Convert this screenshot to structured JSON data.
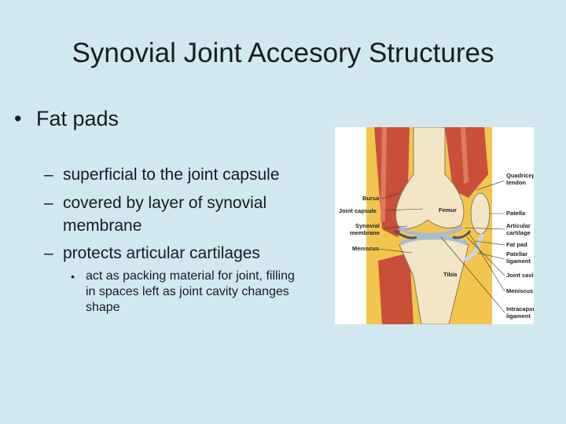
{
  "slide": {
    "title": "Synovial Joint Accesory Structures",
    "bullet": "Fat pads",
    "sub_bullets": [
      "superficial to the joint capsule",
      "covered by layer of synovial membrane",
      "protects articular cartilages"
    ],
    "sub_sub_bullet": "act as packing material for joint, filling in spaces left as joint cavity changes shape"
  },
  "figure": {
    "labels_left": [
      "Bursa",
      "Joint capsule",
      "Synovial membrane",
      "Meniscus"
    ],
    "labels_right": [
      "Quadriceps tendon",
      "Patella",
      "Articular cartilage",
      "Fat pad",
      "Patellar ligament",
      "Joint cavity",
      "Meniscus",
      "Intracapsular ligament"
    ],
    "bone_labels": [
      "Femur",
      "Tibia"
    ]
  },
  "colors": {
    "background": "#d2e8f1",
    "muscle": "#c8503a",
    "fat": "#f2c64e",
    "bone": "#f3e6c6",
    "cartilage": "#a9bccf"
  }
}
